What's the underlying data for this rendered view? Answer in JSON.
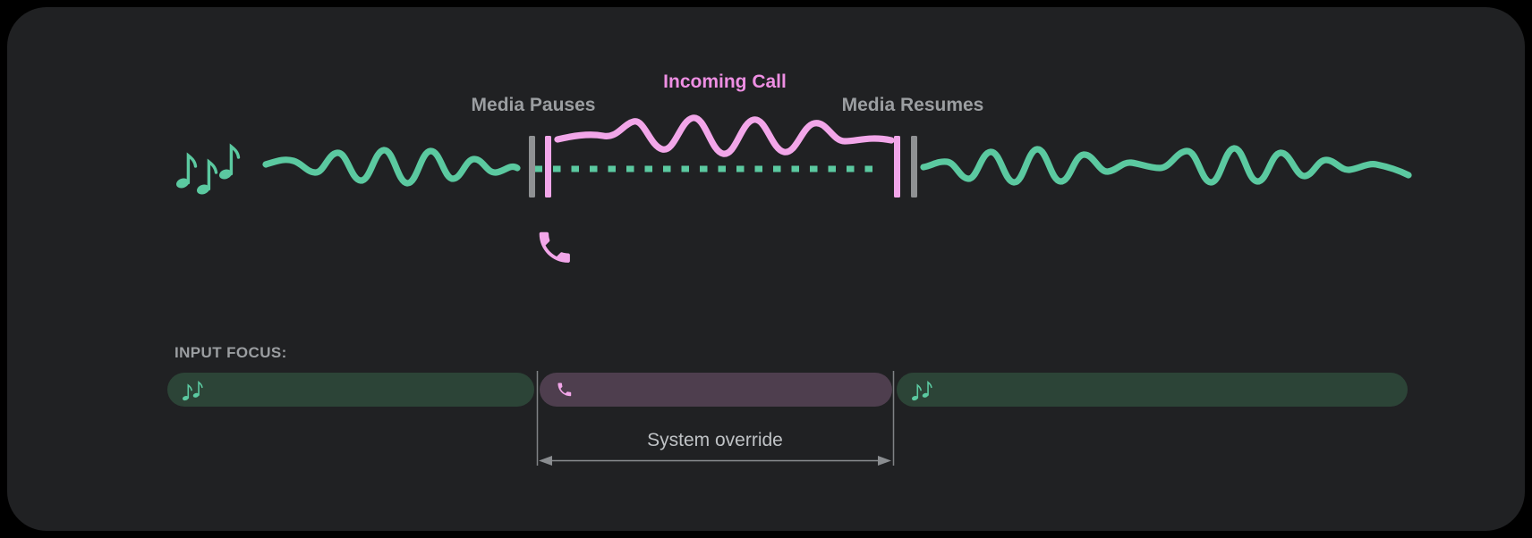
{
  "timeline": {
    "media_pauses_label": "Media Pauses",
    "incoming_call_label": "Incoming Call",
    "media_resumes_label": "Media Resumes",
    "icons": {
      "left": "music-notes-icon",
      "below_pause": "phone-icon"
    }
  },
  "input_focus": {
    "section_label": "INPUT FOCUS:",
    "override_label": "System override",
    "segments": [
      {
        "name": "media-before-call",
        "icon": "music-notes-icon"
      },
      {
        "name": "incoming-call",
        "icon": "phone-icon"
      },
      {
        "name": "media-after-call",
        "icon": "music-notes-icon"
      }
    ]
  },
  "colors": {
    "page_bg": "#000000",
    "card_bg": "#202123",
    "media_green": "#5BC9A0",
    "media_pill": "#2C4437",
    "call_pink": "#F2A6E9",
    "call_text_pink": "#EE8FE3",
    "call_pill": "#4E3E4E",
    "marker_gray": "#8F9193",
    "label_gray": "#9B9EA1",
    "override_gray": "#BFC2C5",
    "line_gray": "#7F8285",
    "arrow_gray": "#8A8D90"
  }
}
